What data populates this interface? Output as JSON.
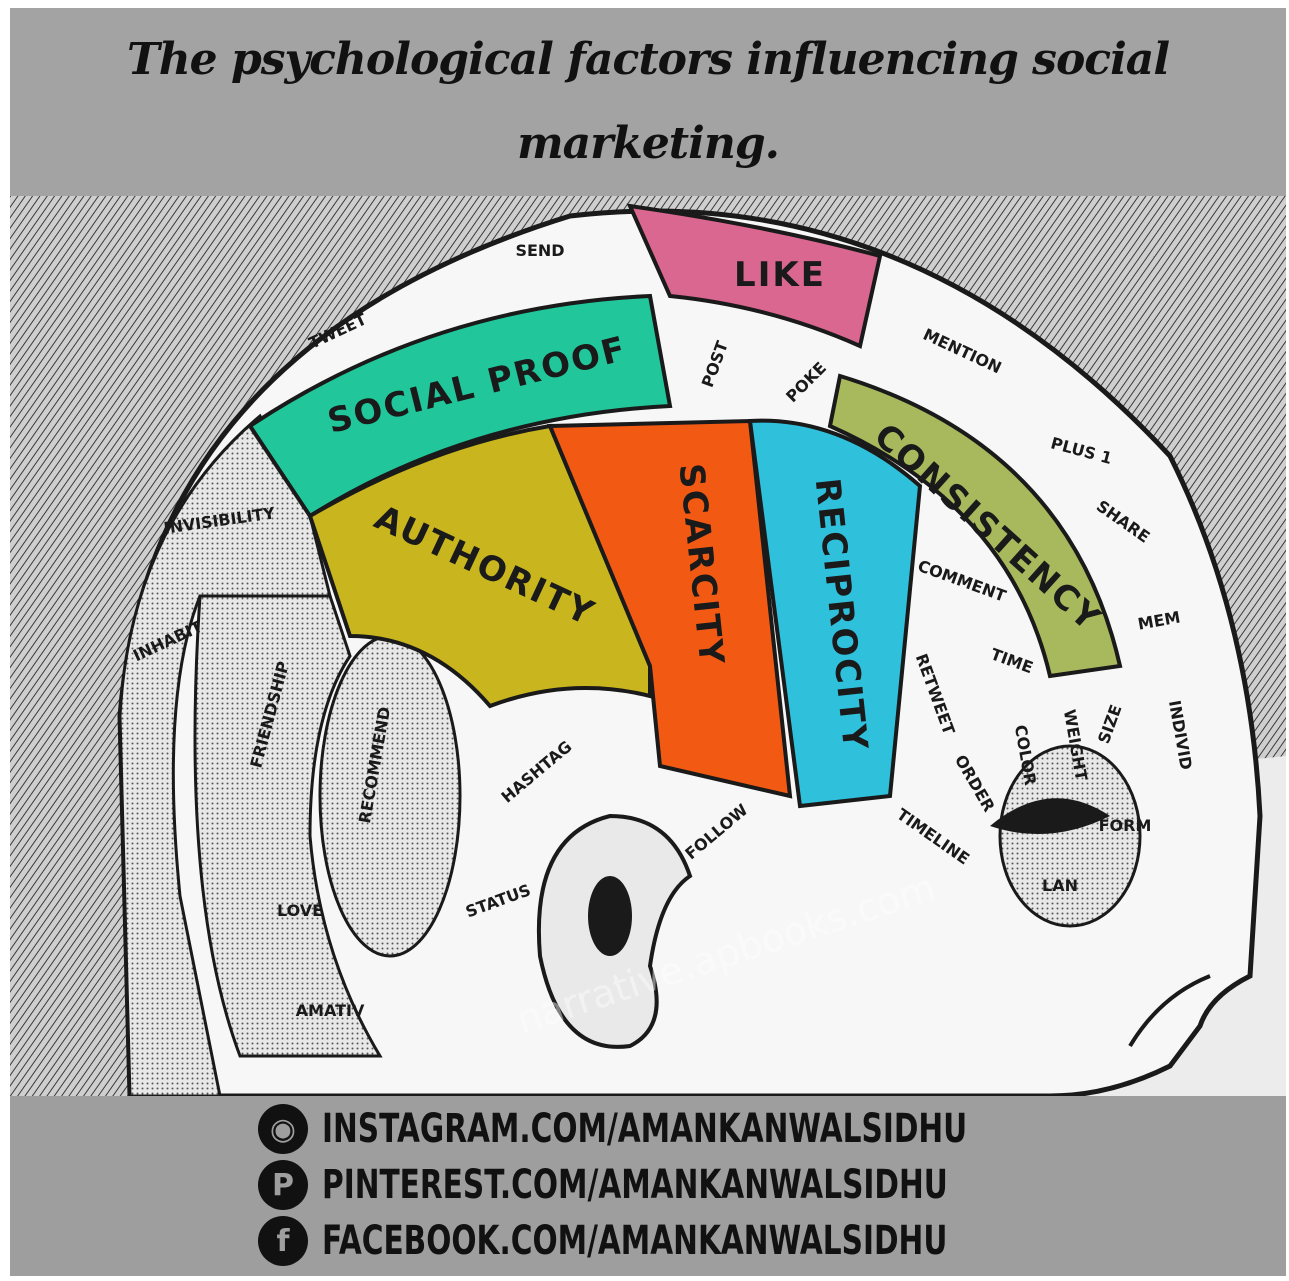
{
  "title": "The psychological factors influencing social marketing.",
  "colors": {
    "social_proof": "#21c79b",
    "like": "#d9678f",
    "authority": "#c9b61e",
    "scarcity": "#f25a14",
    "reciprocity": "#2fc0dc",
    "consistency": "#a8b85c"
  },
  "regions": {
    "social_proof": "SOCIAL PROOF",
    "like": "LIKE",
    "authority": "AUTHORITY",
    "scarcity": "SCARCITY",
    "reciprocity": "RECIPROCITY",
    "consistency": "CONSISTENCY"
  },
  "small_labels": {
    "send": "SEND",
    "tweet": "TWEET",
    "post": "POST",
    "poke": "POKE",
    "mention": "MENTION",
    "plus_1": "PLUS 1",
    "share": "SHARE",
    "comment": "COMMENT",
    "time": "TIME",
    "retweet": "RETWEET",
    "hashtag": "HASHTAG",
    "follow": "FOLLOW",
    "recommend": "RECOMMEND",
    "friendship": "FRIENDSHIP",
    "timeline": "TIMELINE",
    "color": "COLOR",
    "order": "ORDER",
    "size": "SIZE",
    "form": "FORM",
    "lan": "LAN",
    "mem": "MEM",
    "individ": "INDIVID",
    "weight": "WEIGHT",
    "invisibility": "INVISIBILITY",
    "inhabit": "INHABIT",
    "amativ": "AMATIV",
    "status": "STATUS",
    "love": "LOVE"
  },
  "watermark": "narrative.apbooks.com",
  "footer": {
    "instagram": "INSTAGRAM.COM/AMANKANWALSIDHU",
    "pinterest": "PINTEREST.COM/AMANKANWALSIDHU",
    "facebook": "FACEBOOK.COM/AMANKANWALSIDHU"
  },
  "icons": {
    "instagram": "instagram-icon",
    "pinterest": "pinterest-icon",
    "facebook": "facebook-icon"
  }
}
